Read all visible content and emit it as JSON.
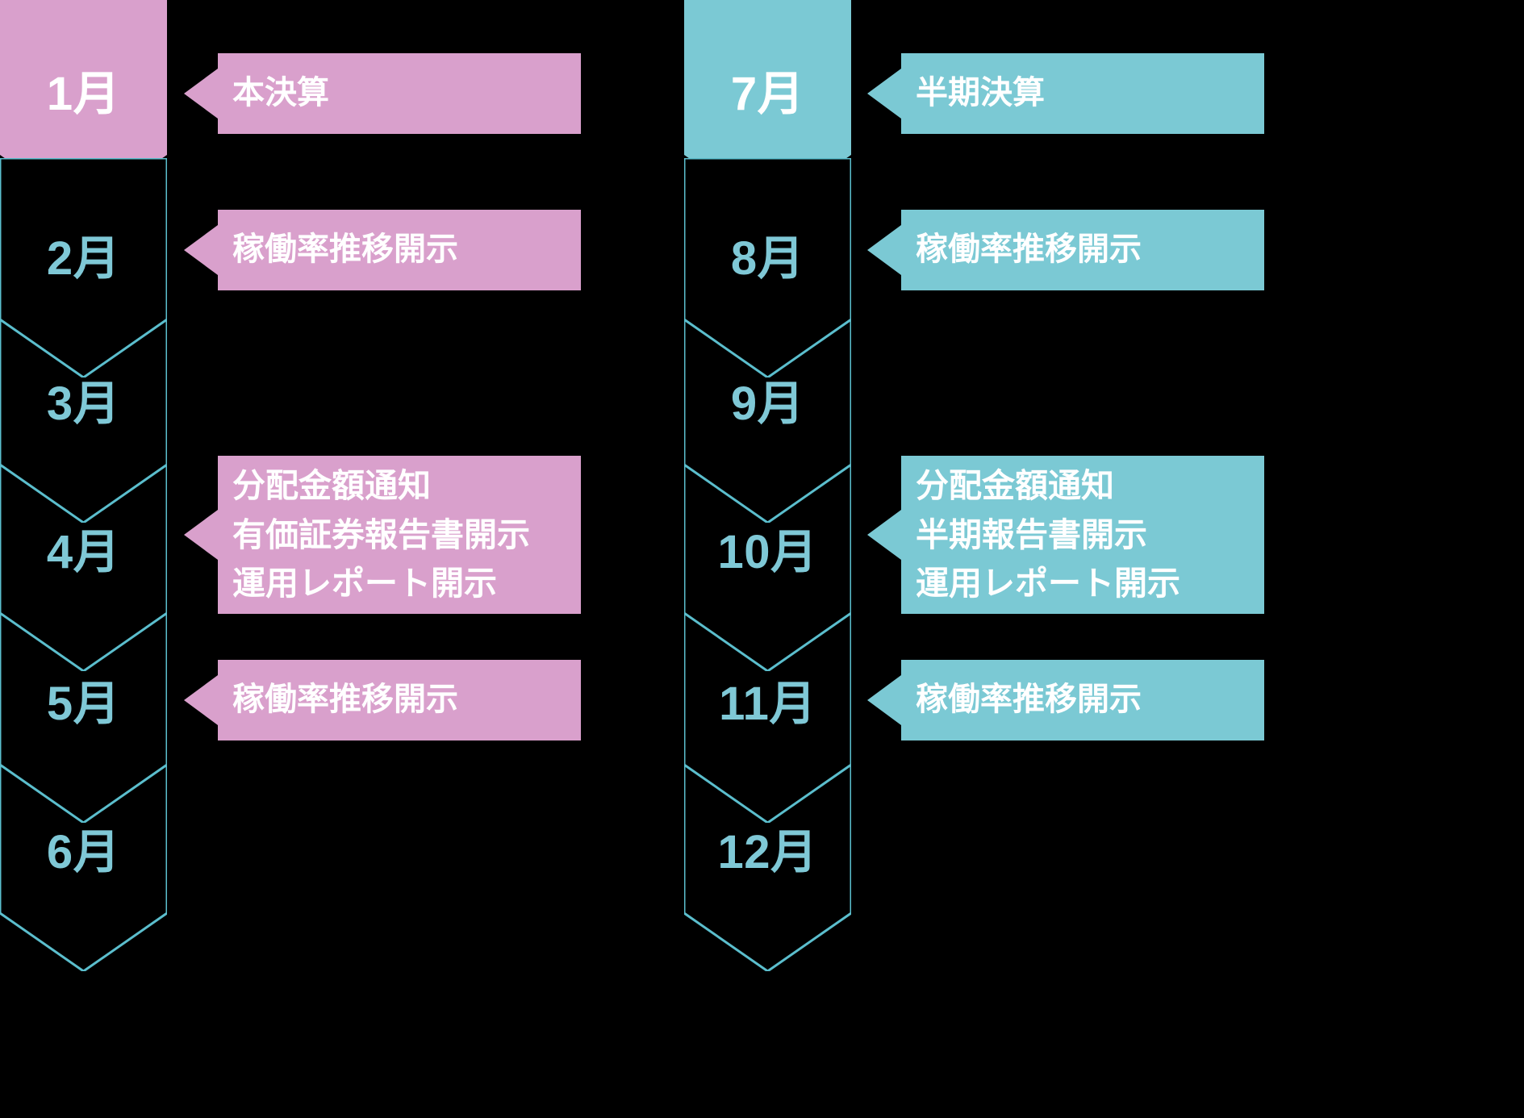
{
  "palette": {
    "background": "#000000",
    "accent_pink": "#D9A0CC",
    "accent_teal": "#7BC9D4",
    "outline_teal": "#5BBECD",
    "month_text_plain": "#7FC8D6",
    "month_text_accent": "#FFFFFF",
    "callout_text": "#FFFFFF"
  },
  "columns": [
    {
      "id": "first-half",
      "accent": "#D9A0CC",
      "months": [
        {
          "label": "1月",
          "highlighted": true,
          "callout": {
            "lines": [
              "本決算"
            ],
            "color": "#D9A0CC"
          }
        },
        {
          "label": "2月",
          "highlighted": false,
          "callout": {
            "lines": [
              "稼働率推移開示"
            ],
            "color": "#D9A0CC"
          }
        },
        {
          "label": "3月",
          "highlighted": false,
          "callout": null
        },
        {
          "label": "4月",
          "highlighted": false,
          "callout": {
            "lines": [
              "分配金額通知",
              "有価証券報告書開示",
              "運用レポート開示"
            ],
            "color": "#D9A0CC"
          }
        },
        {
          "label": "5月",
          "highlighted": false,
          "callout": {
            "lines": [
              "稼働率推移開示"
            ],
            "color": "#D9A0CC"
          }
        },
        {
          "label": "6月",
          "highlighted": false,
          "callout": null
        }
      ]
    },
    {
      "id": "second-half",
      "accent": "#7BC9D4",
      "months": [
        {
          "label": "7月",
          "highlighted": true,
          "callout": {
            "lines": [
              "半期決算"
            ],
            "color": "#7BC9D4"
          }
        },
        {
          "label": "8月",
          "highlighted": false,
          "callout": {
            "lines": [
              "稼働率推移開示"
            ],
            "color": "#7BC9D4"
          }
        },
        {
          "label": "9月",
          "highlighted": false,
          "callout": null
        },
        {
          "label": "10月",
          "highlighted": false,
          "callout": {
            "lines": [
              "分配金額通知",
              "半期報告書開示",
              "運用レポート開示"
            ],
            "color": "#7BC9D4"
          }
        },
        {
          "label": "11月",
          "highlighted": false,
          "callout": {
            "lines": [
              "稼働率推移開示"
            ],
            "color": "#7BC9D4"
          }
        },
        {
          "label": "12月",
          "highlighted": false,
          "callout": null
        }
      ]
    }
  ]
}
